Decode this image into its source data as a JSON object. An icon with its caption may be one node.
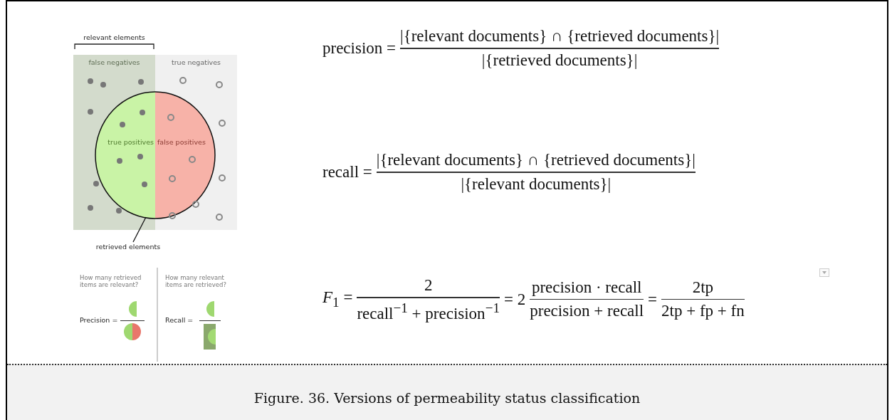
{
  "diagram": {
    "caption": "Figure. 36. Versions of permeability status classification",
    "nodes": [
      {
        "text": [
          "false negatives"
        ]
      },
      {
        "text": [
          "true negatives"
        ]
      },
      {
        "text": [
          "true positives"
        ],
        "in": 0
      },
      {
        "text": [
          "false positives"
        ],
        "in": 1
      },
      {
        "text": [
          "retrieved elements"
        ]
      }
    ],
    "edges": [
      {
        "from": 4,
        "to": 2,
        "arrow": "none"
      }
    ],
    "labels": [
      "relevant elements",
      "How many retrieved items are relevant?",
      "Precision =",
      "How many relevant items are retrieved?",
      "Recall =",
      "precision =",
      "|{relevant documents} ∩ {retrieved documents}|",
      "|{retrieved documents}|",
      "recall =",
      "|{relevant documents} ∩ {retrieved documents}|",
      "|{relevant documents}|",
      "*F*$_{1}$ =",
      "2",
      "recall$^{−1}$ + precision$^{−1}$",
      "= 2",
      "precision · recall",
      "precision + recall",
      "=",
      "2tp",
      "2tp + fp + fn"
    ]
  }
}
